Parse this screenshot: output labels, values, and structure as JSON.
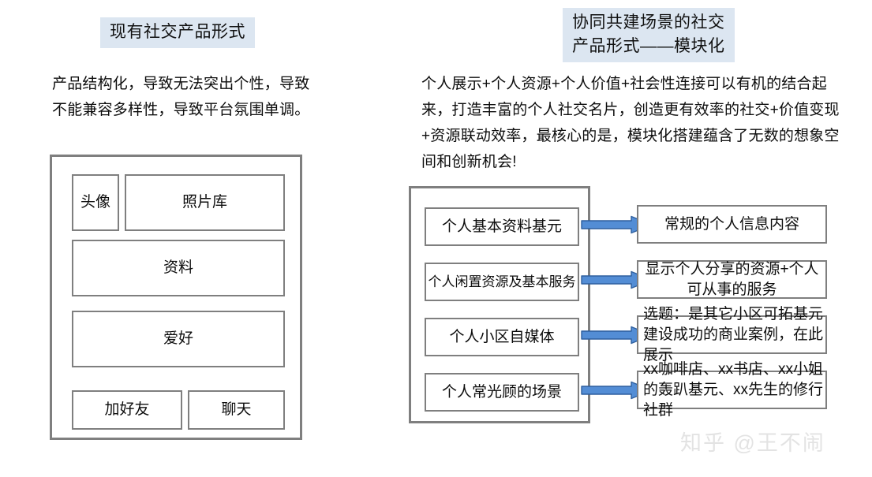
{
  "left_panel": {
    "title": "现有社交产品形式",
    "description": "产品结构化，导致无法突出个性，导致不能兼容多样性，导致平台氛围单调。",
    "mockup": {
      "row1": [
        {
          "label": "头像"
        },
        {
          "label": "照片库"
        }
      ],
      "row2": [
        {
          "label": "资料"
        }
      ],
      "row3": [
        {
          "label": "爱好"
        }
      ],
      "row4": [
        {
          "label": "加好友"
        },
        {
          "label": "聊天"
        }
      ]
    }
  },
  "right_panel": {
    "title": "协同共建场景的社交\n产品形式——模块化",
    "description": "个人展示+个人资源+个人价值+社会性连接可以有机的结合起来，打造丰富的个人社交名片，创造更有效率的社交+价值变现+资源联动效率，最核心的是，模块化搭建蕴含了无数的想象空间和创新机会!",
    "modules": [
      {
        "source": "个人基本资料基元",
        "target": "常规的个人信息内容",
        "target_align": "center"
      },
      {
        "source": "个人闲置资源及基本服务",
        "target": "显示个人分享的资源+个人可从事的服务",
        "target_align": "center"
      },
      {
        "source": "个人小区自媒体",
        "target": "选题：是其它小区可拓基元建设成功的商业案例，在此展示",
        "target_align": "left"
      },
      {
        "source": "个人常光顾的场景",
        "target": "xx咖啡店、xx书店、xx小姐的轰趴基元、xx先生的修行社群",
        "target_align": "left"
      }
    ]
  },
  "watermark": {
    "text": "知乎 @王不闹"
  },
  "colors": {
    "title_highlight": "#dce6f1",
    "box_border": "#7f7f7f",
    "arrow_fill": "#538dd5",
    "arrow_stroke": "#2e5f9e",
    "text": "#0d0d0d",
    "watermark": "#e3e3e3"
  }
}
